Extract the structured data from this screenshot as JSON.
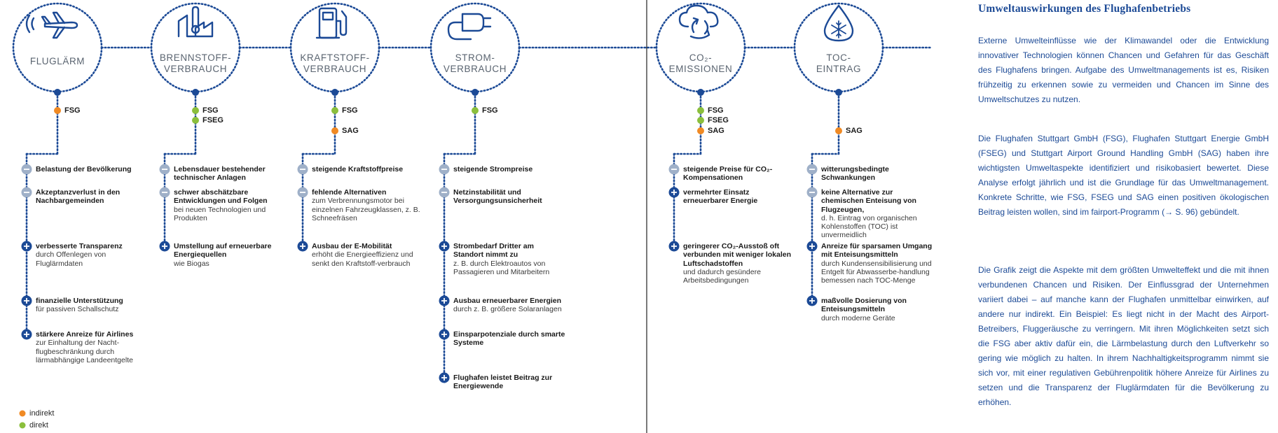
{
  "legend": {
    "indirekt": "indirekt",
    "direkt": "direkt"
  },
  "colors": {
    "navy": "#1c4a96",
    "indirect": "#f08a24",
    "direct": "#8bbf3c",
    "minus": "#9fb0c8"
  },
  "categories": [
    {
      "icon": "airplane-icon",
      "title": "FLUGLÄRM",
      "entities": [
        {
          "label": "FSG",
          "type": "indirekt"
        }
      ],
      "items": [
        {
          "sign": "minus",
          "title": "Belastung der Bevölkerung",
          "desc": ""
        },
        {
          "sign": "minus",
          "title": "Akzeptanzverlust in den Nachbargemeinden",
          "desc": ""
        },
        {
          "sign": "plus",
          "title": "verbesserte Transparenz",
          "desc": "durch Offenlegen von Fluglärmdaten"
        },
        {
          "sign": "plus",
          "title": "finanzielle Unterstützung",
          "desc": "für passiven Schallschutz"
        },
        {
          "sign": "plus",
          "title": "stärkere Anreize für Airlines",
          "desc": "zur Einhaltung der Nacht-flugbeschränkung durch lärmabhängige Landeentgelte"
        }
      ]
    },
    {
      "icon": "building-thermometer-icon",
      "title": "BRENNSTOFF-\nVERBRAUCH",
      "entities": [
        {
          "label": "FSG",
          "type": "direkt"
        },
        {
          "label": "FSEG",
          "type": "direkt"
        }
      ],
      "items": [
        {
          "sign": "minus",
          "title": "Lebensdauer bestehender technischer Anlagen",
          "desc": ""
        },
        {
          "sign": "minus",
          "title": "schwer abschätzbare Entwicklungen und Folgen",
          "desc": "bei neuen Technologien und Produkten"
        },
        {
          "sign": "plus",
          "title": "Umstellung auf erneuerbare Energiequellen",
          "desc": "wie Biogas"
        }
      ]
    },
    {
      "icon": "fuel-pump-icon",
      "title": "KRAFTSTOFF-\nVERBRAUCH",
      "entities": [
        {
          "label": "FSG",
          "type": "direkt"
        },
        {
          "label": "SAG",
          "type": "indirekt"
        }
      ],
      "items": [
        {
          "sign": "minus",
          "title": "steigende Kraftstoffpreise",
          "desc": ""
        },
        {
          "sign": "minus",
          "title": "fehlende Alternativen",
          "desc": "zum Verbrennungsmotor bei einzelnen Fahrzeugklassen, z. B. Schneefräsen"
        },
        {
          "sign": "plus",
          "title": "Ausbau der E-Mobilität",
          "desc": "erhöht die Energieeffizienz und senkt den Kraftstoff-verbrauch"
        }
      ]
    },
    {
      "icon": "plug-icon",
      "title": "STROM-\nVERBRAUCH",
      "entities": [
        {
          "label": "FSG",
          "type": "direkt"
        }
      ],
      "items": [
        {
          "sign": "minus",
          "title": "steigende Strompreise",
          "desc": ""
        },
        {
          "sign": "minus",
          "title": "Netzinstabilität und Versorgungsunsicherheit",
          "desc": ""
        },
        {
          "sign": "plus",
          "title": "Strombedarf Dritter am Standort nimmt zu",
          "desc": "z. B. durch Elektroautos von Passagieren und Mitarbeitern"
        },
        {
          "sign": "plus",
          "title": "Ausbau erneuerbarer Energien",
          "desc": "durch z. B. größere Solaranlagen"
        },
        {
          "sign": "plus",
          "title": "Einsparpotenziale durch smarte Systeme",
          "desc": ""
        },
        {
          "sign": "plus",
          "title": "Flughafen leistet Beitrag zur Energiewende",
          "desc": ""
        }
      ]
    },
    {
      "icon": "cloud-cycle-icon",
      "title": "CO₂-\nEMISSIONEN",
      "entities": [
        {
          "label": "FSG",
          "type": "direkt"
        },
        {
          "label": "FSEG",
          "type": "direkt"
        },
        {
          "label": "SAG",
          "type": "indirekt"
        }
      ],
      "items": [
        {
          "sign": "minus",
          "title": "steigende Preise für CO₂-Kompensationen",
          "desc": ""
        },
        {
          "sign": "plus",
          "title": "vermehrter Einsatz erneuerbarer Energie",
          "desc": ""
        },
        {
          "sign": "plus",
          "title": "geringerer CO₂-Ausstoß oft verbunden mit weniger lokalen Luftschadstoffen",
          "desc": "und dadurch gesündere Arbeitsbedingungen"
        }
      ]
    },
    {
      "icon": "drop-snowflake-icon",
      "title": "TOC-\nEINTRAG",
      "entities": [
        {
          "label": "SAG",
          "type": "indirekt"
        }
      ],
      "items": [
        {
          "sign": "minus",
          "title": "witterungsbedingte Schwankungen",
          "desc": ""
        },
        {
          "sign": "minus",
          "title": "keine Alternative zur chemischen Enteisung von Flugzeugen,",
          "desc": "d. h. Eintrag von organischen Kohlenstoffen (TOC) ist unvermeidlich"
        },
        {
          "sign": "plus",
          "title": "Anreize für sparsamen Umgang mit Enteisungsmitteln",
          "desc": "durch Kundensensibilisierung und Entgelt für Abwasserbe-handlung bemessen nach TOC-Menge"
        },
        {
          "sign": "plus",
          "title": "maßvolle Dosierung von Enteisungsmitteln",
          "desc": "durch moderne Geräte"
        }
      ]
    }
  ],
  "sidebar": {
    "heading": "Umweltauswirkungen des Flughafenbetriebs",
    "p1": "Externe Umwelteinflüsse wie der Klimawandel oder die Entwicklung innovativer Technologien können Chancen und Gefahren für das Geschäft des Flughafens bringen. Aufgabe des Umweltmanagements ist es, Risiken frühzeitig zu erkennen sowie zu vermeiden und Chancen im Sinne des Umweltschutzes zu nutzen.",
    "p2": "Die Flughafen Stuttgart GmbH (FSG), Flughafen Stuttgart Energie GmbH (FSEG) und Stuttgart Airport Ground Handling GmbH (SAG) haben ihre wichtigsten Umweltaspekte identifiziert und risikobasiert bewertet. Diese Analyse erfolgt jährlich und ist die Grundlage für das Umweltmanagement. Konkrete Schritte, wie FSG, FSEG und SAG einen positiven ökologischen Beitrag leisten wollen, sind im fairport-Programm (→ S. 96) gebündelt.",
    "p3": "Die Grafik zeigt die Aspekte mit dem größten Umwelteffekt und die mit ihnen verbundenen Chancen und Risiken. Der Einflussgrad der Unternehmen variiert dabei – auf manche kann der Flughafen unmittelbar einwirken, auf andere nur indirekt. Ein Beispiel: Es liegt nicht in der Macht des Airport-Betreibers, Fluggeräusche zu verringern. Mit ihren Möglichkeiten setzt sich die FSG aber aktiv dafür ein, die Lärmbelastung durch den Luftverkehr so gering wie möglich zu halten. In ihrem Nachhaltigkeitsprogramm nimmt sie sich vor, mit einer regulativen Gebührenpolitik höhere Anreize für Airlines zu setzen und die Transparenz der Fluglärmdaten für die Bevölkerung zu erhöhen."
  }
}
